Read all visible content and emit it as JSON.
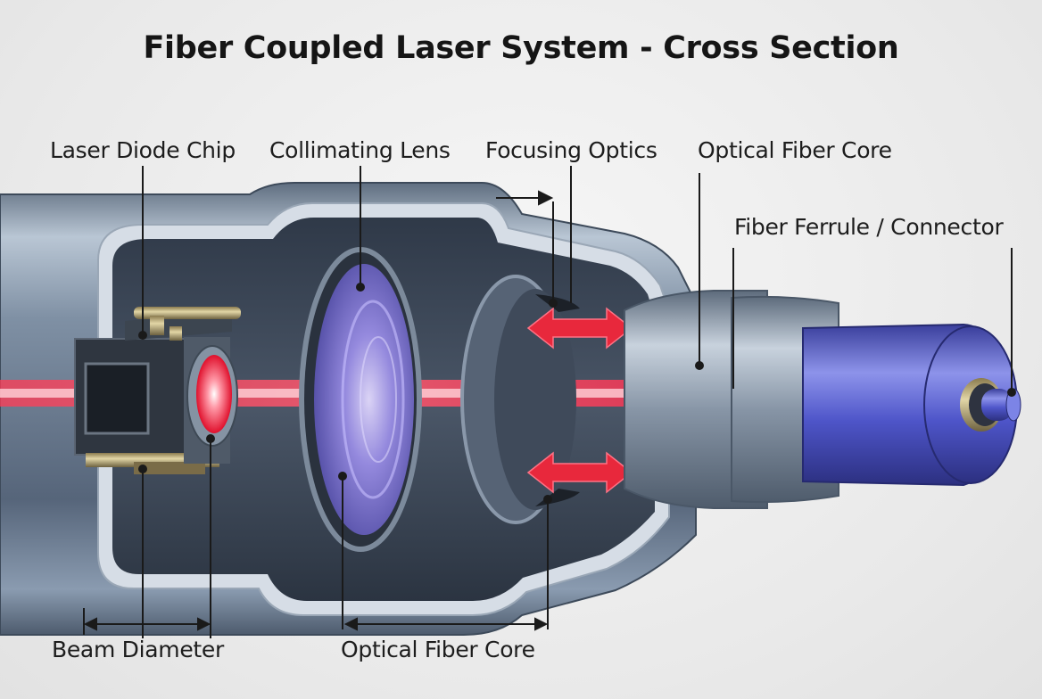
{
  "title": "Fiber Coupled Laser System - Cross Section",
  "labels": {
    "laser_diode_chip": "Laser Diode Chip",
    "collimating_lens": "Collimating Lens",
    "focusing_optics": "Focusing Optics",
    "optical_fiber_core_top": "Optical Fiber Core",
    "fiber_ferrule_connector": "Fiber Ferrule / Connector",
    "beam_diameter": "Beam Diameter",
    "optical_fiber_core_bottom": "Optical Fiber Core"
  },
  "colors": {
    "background": "#ececec",
    "housing": "#6e7f94",
    "cutaway_interior": "#3b4756",
    "laser_beam": "#ff2a45",
    "arrows": "#e8283c",
    "fiber_connector": "#4a4fc4",
    "lens_glass": "#7d6fd6",
    "label_text": "#1d1d1d"
  }
}
